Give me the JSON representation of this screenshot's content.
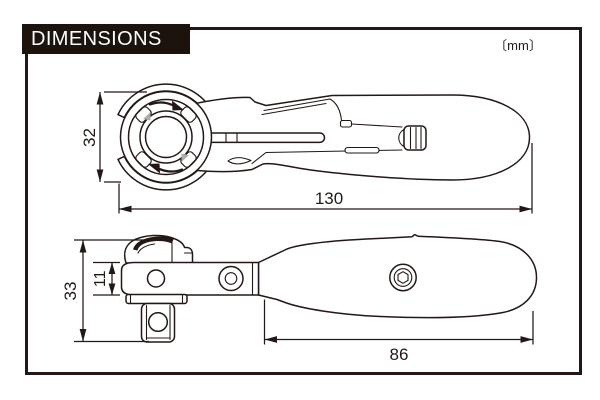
{
  "title": "DIMENSIONS",
  "unit_label": "〔mm〕",
  "colors": {
    "line": "#231815",
    "title_bg": "#1b130c",
    "title_text": "#ffffff",
    "marker_gray": "#b3ada7",
    "background": "#ffffff"
  },
  "drawing": {
    "dimensions": {
      "head_diameter": {
        "value": "32",
        "view": "top",
        "orientation": "vertical"
      },
      "overall_length": {
        "value": "130",
        "view": "top",
        "orientation": "horizontal"
      },
      "overall_height": {
        "value": "33",
        "view": "side",
        "orientation": "vertical"
      },
      "head_thickness": {
        "value": "11",
        "view": "side",
        "orientation": "vertical"
      },
      "grip_length": {
        "value": "86",
        "view": "side",
        "orientation": "horizontal"
      }
    }
  }
}
